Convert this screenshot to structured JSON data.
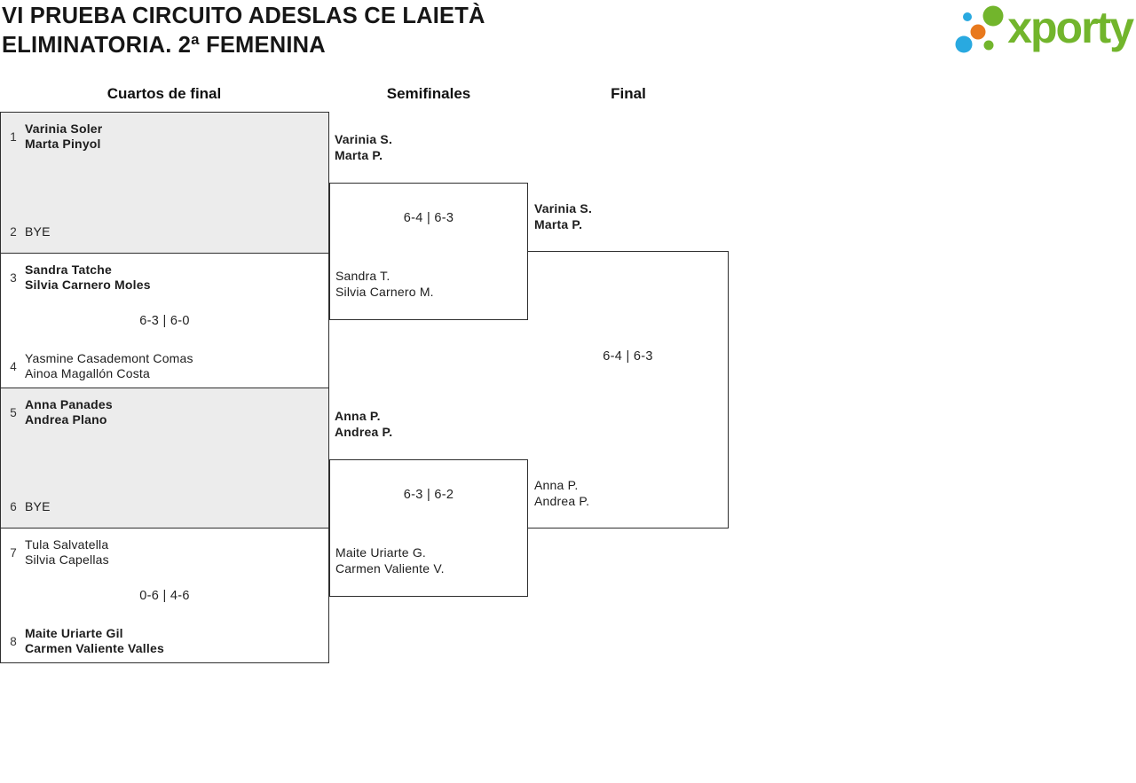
{
  "header": {
    "title_line1": "VI PRUEBA CIRCUITO ADESLAS CE LAIETÀ",
    "title_line2": "ELIMINATORIA. 2ª FEMENINA",
    "logo": {
      "text": "xporty",
      "colors": {
        "green": "#72b52c",
        "blue": "#29a9e0",
        "orange": "#e8791d"
      }
    }
  },
  "columns": {
    "quarterfinals": "Cuartos de final",
    "semifinals": "Semifinales",
    "final": "Final"
  },
  "bracket": {
    "quarterfinals": [
      {
        "top_seed": "1",
        "top_team": [
          "Varinia Soler",
          "Marta Pinyol"
        ],
        "bottom_seed": "2",
        "bottom_team": [
          "BYE"
        ],
        "score": ""
      },
      {
        "top_seed": "3",
        "top_team": [
          "Sandra Tatche",
          "Silvia Carnero Moles"
        ],
        "bottom_seed": "4",
        "bottom_team": [
          "Yasmine Casademont Comas",
          "Ainoa Magallón Costa"
        ],
        "score": "6-3 | 6-0"
      },
      {
        "top_seed": "5",
        "top_team": [
          "Anna Panades",
          "Andrea Plano"
        ],
        "bottom_seed": "6",
        "bottom_team": [
          "BYE"
        ],
        "score": ""
      },
      {
        "top_seed": "7",
        "top_team": [
          "Tula Salvatella",
          "Silvia Capellas"
        ],
        "bottom_seed": "8",
        "bottom_team": [
          "Maite Uriarte Gil",
          "Carmen Valiente Valles"
        ],
        "score": "0-6 | 4-6"
      }
    ],
    "semifinals": [
      {
        "winner": [
          "Varinia S.",
          "Marta P."
        ],
        "loser": [
          "Sandra T.",
          "Silvia Carnero M."
        ],
        "score": "6-4 | 6-3"
      },
      {
        "winner": [
          "Anna P.",
          "Andrea P."
        ],
        "loser": [
          "Maite Uriarte G.",
          "Carmen Valiente V."
        ],
        "score": "6-3 | 6-2"
      }
    ],
    "final": {
      "winner": [
        "Varinia S.",
        "Marta P."
      ],
      "loser": [
        "Anna P.",
        "Andrea P."
      ],
      "score": "6-4 | 6-3"
    }
  }
}
